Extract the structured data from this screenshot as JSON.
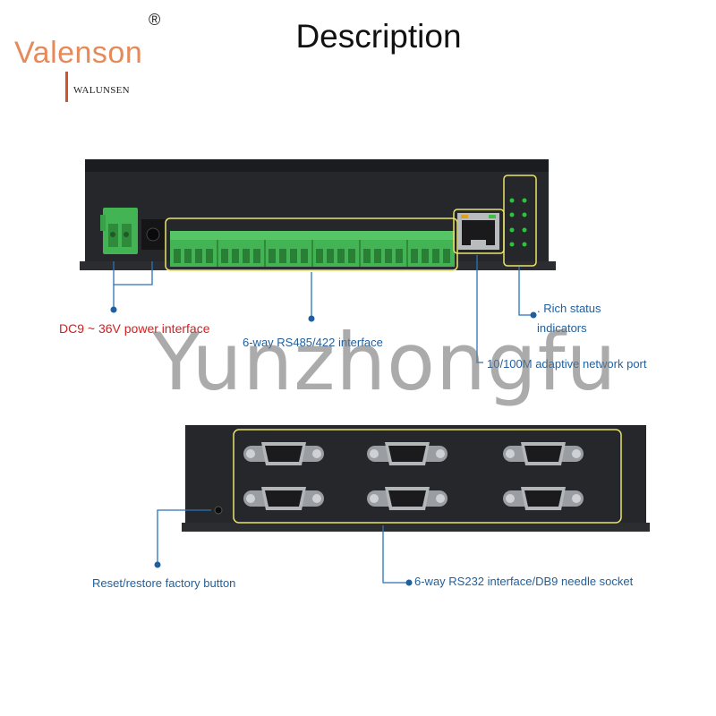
{
  "brand": {
    "name": "Valenson",
    "registered_mark": "®",
    "sub": "WALUNSEN"
  },
  "title": "Description",
  "watermark": "Yunzhongfu",
  "labels": {
    "power": "DC9 ~ 36V power interface",
    "rs485": "6-way RS485/422 interface",
    "network": "10/100M adaptive network port",
    "status_line1": ". Rich status",
    "status_line2": "indicators",
    "reset": "Reset/restore factory button",
    "rs232": "6-way RS232 interface/DB9 needle socket"
  },
  "colors": {
    "device_body": "#26272b",
    "terminal_green": "#43b454",
    "highlight_yellow": "#e8e46a",
    "label_blue": "#1f5f9e",
    "power_red": "#d42020"
  }
}
